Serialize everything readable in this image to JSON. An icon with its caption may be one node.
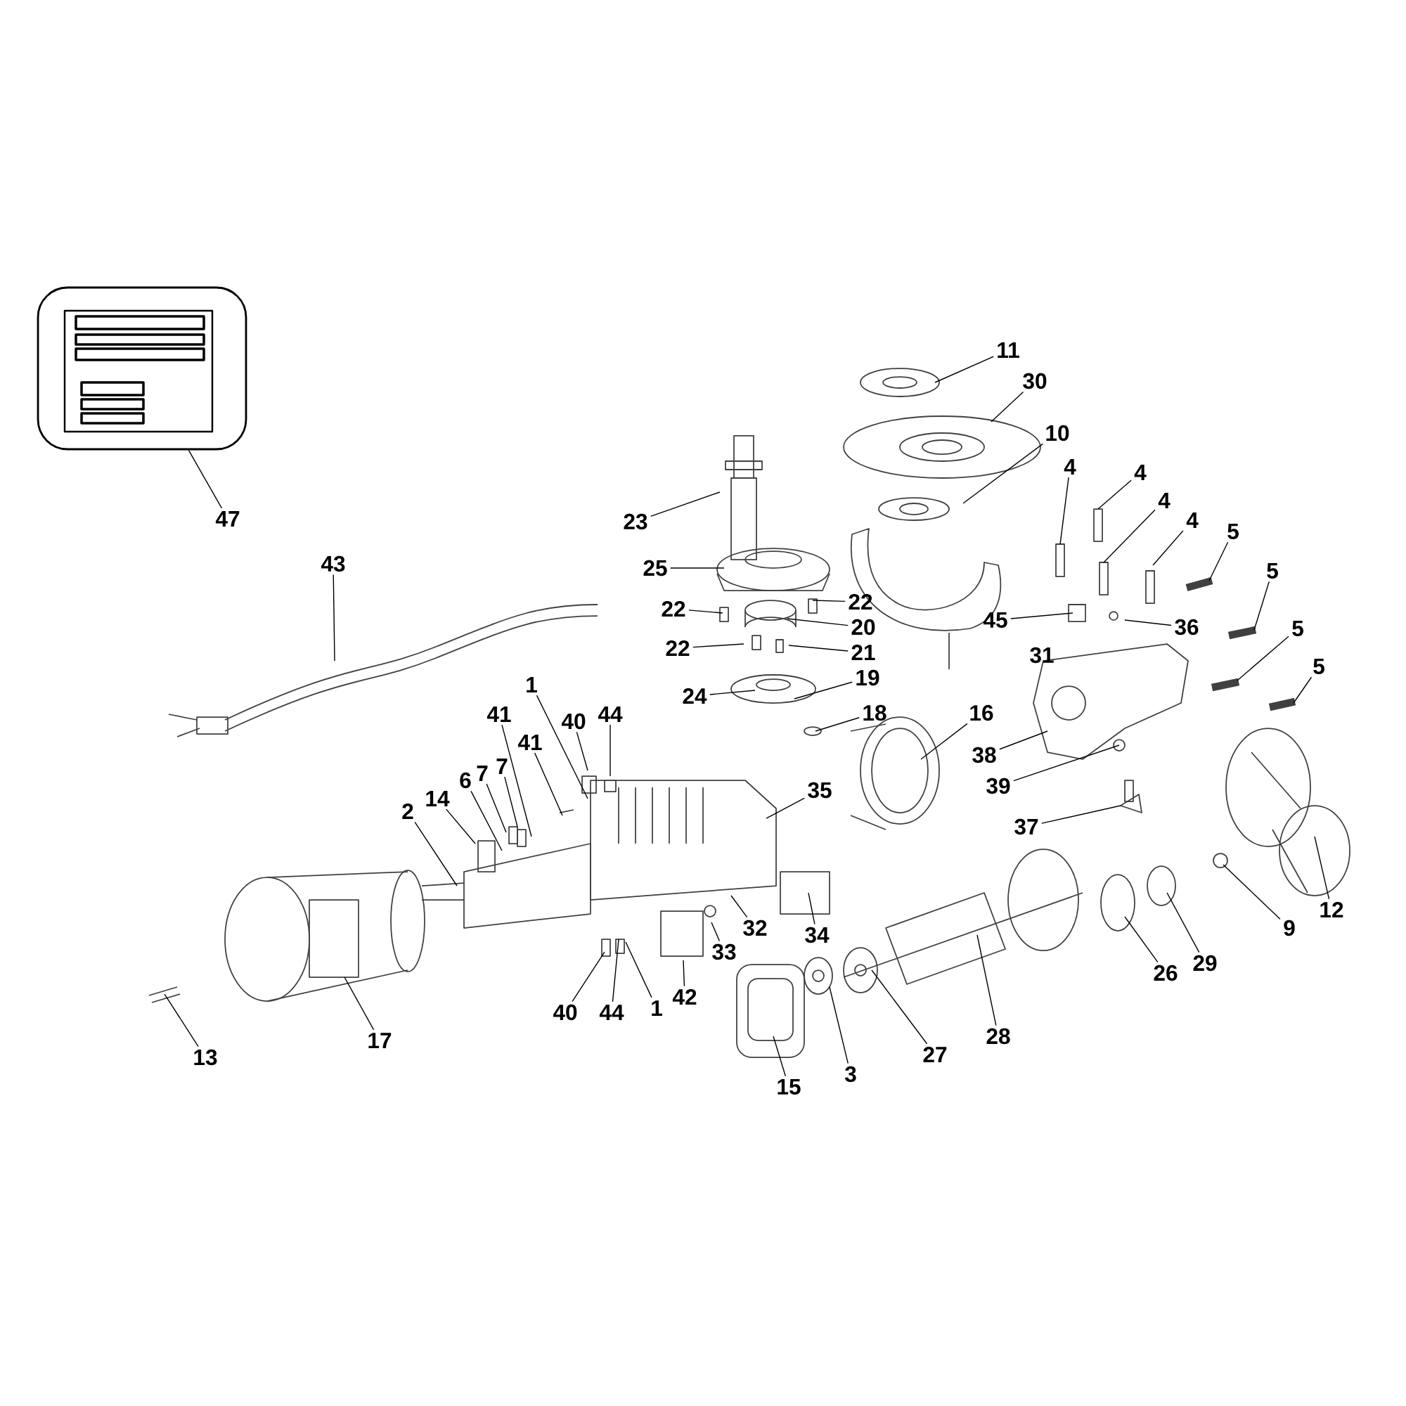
{
  "diagram": {
    "nodes": [
      {
        "text": [],
        "shape": "box"
      },
      {
        "text": [
          "11"
        ]
      },
      {
        "text": [
          "30"
        ]
      },
      {
        "text": [
          "10"
        ]
      },
      {
        "text": [
          "4"
        ]
      },
      {
        "text": [
          "4"
        ]
      },
      {
        "text": [
          "4"
        ]
      },
      {
        "text": [
          "47"
        ]
      },
      {
        "text": [
          "4"
        ]
      },
      {
        "text": [
          "23"
        ]
      },
      {
        "text": [
          "5"
        ]
      },
      {
        "text": [
          "43"
        ]
      },
      {
        "text": [
          "25"
        ]
      },
      {
        "text": [
          "5"
        ]
      },
      {
        "text": [
          "22"
        ]
      },
      {
        "text": [
          "22"
        ]
      },
      {
        "text": [
          "45"
        ]
      },
      {
        "text": [
          "20"
        ]
      },
      {
        "text": [
          "36"
        ]
      },
      {
        "text": [
          "5"
        ]
      },
      {
        "text": [
          "22"
        ]
      },
      {
        "text": [
          "21"
        ]
      },
      {
        "text": [
          "5"
        ]
      },
      {
        "text": [
          "19"
        ]
      },
      {
        "text": [
          "1"
        ]
      },
      {
        "text": [
          "24"
        ]
      },
      {
        "text": [
          "16"
        ]
      },
      {
        "text": [
          "18"
        ]
      },
      {
        "text": [
          "41"
        ]
      },
      {
        "text": [
          "40"
        ]
      },
      {
        "text": [
          "44"
        ]
      },
      {
        "text": [
          "41"
        ]
      },
      {
        "text": [
          "38"
        ]
      },
      {
        "text": [
          "7"
        ]
      },
      {
        "text": [
          "7"
        ]
      },
      {
        "text": [
          "6"
        ]
      },
      {
        "text": [
          "39"
        ]
      },
      {
        "text": [
          "35"
        ]
      },
      {
        "text": [
          "14"
        ]
      },
      {
        "text": [
          "2"
        ]
      },
      {
        "text": [
          "37"
        ]
      },
      {
        "text": [
          "12"
        ]
      },
      {
        "text": [
          "9"
        ]
      },
      {
        "text": [
          "32"
        ]
      },
      {
        "text": [
          "34"
        ]
      },
      {
        "text": [
          "33"
        ]
      },
      {
        "text": [
          "29"
        ]
      },
      {
        "text": [
          "26"
        ]
      },
      {
        "text": [
          "42"
        ]
      },
      {
        "text": [
          "1"
        ]
      },
      {
        "text": [
          "40"
        ]
      },
      {
        "text": [
          "44"
        ]
      },
      {
        "text": [
          "28"
        ]
      },
      {
        "text": [
          "17"
        ]
      },
      {
        "text": [
          "27"
        ]
      },
      {
        "text": [
          "13"
        ]
      },
      {
        "text": [
          "3"
        ]
      },
      {
        "text": [
          "15"
        ]
      }
    ],
    "edges": [
      {
        "from": 1,
        "to": null,
        "arrow": "none"
      },
      {
        "from": 2,
        "to": null,
        "arrow": "none"
      },
      {
        "from": 3,
        "to": null,
        "arrow": "none"
      },
      {
        "from": 4,
        "to": null,
        "arrow": "none"
      },
      {
        "from": 5,
        "to": null,
        "arrow": "none"
      },
      {
        "from": 6,
        "to": null,
        "arrow": "none"
      },
      {
        "from": 7,
        "to": 0,
        "arrow": "none"
      },
      {
        "from": 8,
        "to": null,
        "arrow": "none"
      },
      {
        "from": 9,
        "to": null,
        "arrow": "none"
      },
      {
        "from": 10,
        "to": null,
        "arrow": "none"
      },
      {
        "from": 11,
        "to": null,
        "arrow": "none"
      },
      {
        "from": 12,
        "to": null,
        "arrow": "none"
      },
      {
        "from": 13,
        "to": null,
        "arrow": "none"
      },
      {
        "from": 14,
        "to": null,
        "arrow": "none"
      },
      {
        "from": 15,
        "to": null,
        "arrow": "none"
      },
      {
        "from": 16,
        "to": null,
        "arrow": "none"
      },
      {
        "from": 17,
        "to": null,
        "arrow": "none"
      },
      {
        "from": 18,
        "to": null,
        "arrow": "none"
      },
      {
        "from": 19,
        "to": null,
        "arrow": "none"
      },
      {
        "from": 20,
        "to": null,
        "arrow": "none"
      },
      {
        "from": 21,
        "to": null,
        "arrow": "none"
      },
      {
        "from": 22,
        "to": null,
        "arrow": "none"
      },
      {
        "from": 23,
        "to": null,
        "arrow": "none"
      },
      {
        "from": 24,
        "to": null,
        "arrow": "none"
      },
      {
        "from": 25,
        "to": null,
        "arrow": "none"
      },
      {
        "from": 26,
        "to": null,
        "arrow": "none"
      },
      {
        "from": 27,
        "to": null,
        "arrow": "none"
      },
      {
        "from": 28,
        "to": null,
        "arrow": "none"
      },
      {
        "from": 29,
        "to": null,
        "arrow": "none"
      },
      {
        "from": 30,
        "to": null,
        "arrow": "none"
      },
      {
        "from": 31,
        "to": null,
        "arrow": "none"
      },
      {
        "from": 32,
        "to": null,
        "arrow": "none"
      },
      {
        "from": 33,
        "to": null,
        "arrow": "none"
      },
      {
        "from": 34,
        "to": null,
        "arrow": "none"
      },
      {
        "from": 35,
        "to": null,
        "arrow": "none"
      },
      {
        "from": 36,
        "to": null,
        "arrow": "none"
      },
      {
        "from": 37,
        "to": null,
        "arrow": "none"
      },
      {
        "from": 38,
        "to": null,
        "arrow": "none"
      },
      {
        "from": 39,
        "to": null,
        "arrow": "none"
      },
      {
        "from": 40,
        "to": null,
        "arrow": "none"
      },
      {
        "from": 41,
        "to": null,
        "arrow": "none"
      },
      {
        "from": 42,
        "to": null,
        "arrow": "none"
      },
      {
        "from": 43,
        "to": null,
        "arrow": "none"
      },
      {
        "from": 44,
        "to": null,
        "arrow": "none"
      },
      {
        "from": 45,
        "to": null,
        "arrow": "none"
      },
      {
        "from": 46,
        "to": null,
        "arrow": "none"
      },
      {
        "from": 47,
        "to": null,
        "arrow": "none"
      },
      {
        "from": 48,
        "to": null,
        "arrow": "none"
      },
      {
        "from": 49,
        "to": null,
        "arrow": "none"
      },
      {
        "from": 50,
        "to": null,
        "arrow": "none"
      },
      {
        "from": 51,
        "to": null,
        "arrow": "none"
      },
      {
        "from": 52,
        "to": null,
        "arrow": "none"
      },
      {
        "from": 53,
        "to": null,
        "arrow": "none"
      },
      {
        "from": 54,
        "to": null,
        "arrow": "none"
      },
      {
        "from": 55,
        "to": null,
        "arrow": "none"
      },
      {
        "from": 56,
        "to": null,
        "arrow": "none"
      },
      {
        "from": 57,
        "to": null,
        "arrow": "none"
      }
    ],
    "labels": [
      "31"
    ]
  }
}
